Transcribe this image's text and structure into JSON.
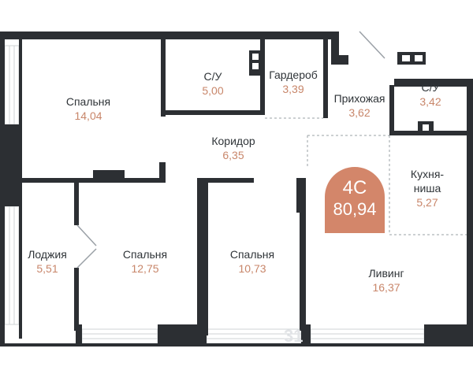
{
  "apartment": {
    "type": "4С",
    "area": "80,94"
  },
  "rooms": [
    {
      "name": "Спальня",
      "area": "14,04"
    },
    {
      "name": "С/У",
      "area": "5,00"
    },
    {
      "name": "Гардероб",
      "area": "3,39"
    },
    {
      "name": "Прихожая",
      "area": "3,62"
    },
    {
      "name": "С/У",
      "area": "3,42"
    },
    {
      "name": "Коридор",
      "area": "6,35"
    },
    {
      "name": "Кухня-\nниша",
      "area": "5,27"
    },
    {
      "name": "Лоджия",
      "area": "5,51"
    },
    {
      "name": "Спальня",
      "area": "12,75"
    },
    {
      "name": "Спальня",
      "area": "10,73"
    },
    {
      "name": "Ливинг",
      "area": "16,37"
    }
  ],
  "watermark": "31",
  "colors": {
    "wall": "#2c2f33",
    "accent": "#d3866a",
    "area_text": "#c8866a",
    "window": "#e6e8ea"
  }
}
